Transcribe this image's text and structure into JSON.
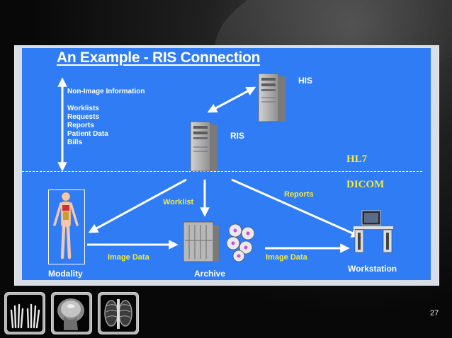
{
  "slide": {
    "title": "An Example - RIS Connection",
    "non_image_heading": "Non-Image Information",
    "non_image_items": [
      "Worklists",
      "Requests",
      "Reports",
      "Patient Data",
      "Bills"
    ],
    "nodes": {
      "his": "HIS",
      "ris": "RIS",
      "modality": "Modality",
      "archive": "Archive",
      "workstation": "Workstation"
    },
    "protocols": {
      "upper": "HL7",
      "lower": "DICOM"
    },
    "flows": {
      "worklist": "Worklist",
      "reports": "Reports",
      "image_data_left": "Image Data",
      "image_data_right": "Image Data"
    }
  },
  "thumbnails": [
    {
      "icon": "hand-xray-icon"
    },
    {
      "icon": "head-mri-icon"
    },
    {
      "icon": "chest-xray-icon"
    }
  ],
  "page_number": "27",
  "colors": {
    "slide_background": "#2f7cf4",
    "label_white": "#ffffff",
    "label_yellow": "#f3ea3c",
    "page_background": "#0a0a0a"
  }
}
